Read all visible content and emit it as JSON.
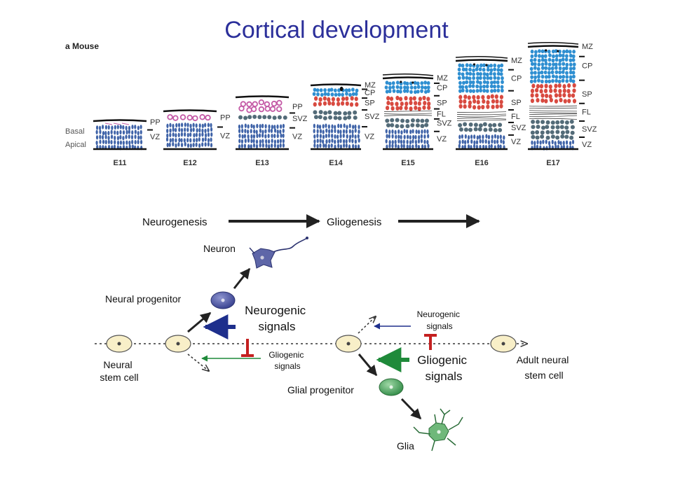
{
  "title": "Cortical development",
  "panel_label": "a  Mouse",
  "colors": {
    "title": "#2b2f9a",
    "vz_cell": "#3f63a8",
    "svz_cell": "#536b78",
    "sp_cell": "#d84a40",
    "cp_cell": "#2f8fd1",
    "pp_cell": "#c45aa6",
    "neurogenic": "#1e2f8c",
    "gliogenic": "#1f8a3a",
    "inhibit": "#c42020",
    "stem_cell_fill": "#f8efc8",
    "glia": "#6fb87a",
    "neuron": "#5e66a8"
  },
  "side_labels": {
    "basal": "Basal",
    "apical": "Apical"
  },
  "stages": [
    {
      "label": "E11",
      "zones": [
        {
          "name": "PP",
          "type": "line",
          "frac": 0.06
        },
        {
          "name": "VZ",
          "type": "vz",
          "frac": 0.94
        }
      ],
      "zone_labels": [
        "PP",
        "VZ"
      ]
    },
    {
      "label": "E12",
      "zones": [
        {
          "name": "PP",
          "type": "pp",
          "frac": 0.25
        },
        {
          "name": "VZ",
          "type": "vz",
          "frac": 0.75
        }
      ],
      "zone_labels": [
        "PP",
        "VZ"
      ]
    },
    {
      "label": "E13",
      "zones": [
        {
          "name": "PP",
          "type": "pp",
          "frac": 0.3
        },
        {
          "name": "SVZ",
          "type": "svz",
          "frac": 0.18
        },
        {
          "name": "VZ",
          "type": "vz",
          "frac": 0.52
        }
      ],
      "zone_labels": [
        "PP",
        "SVZ",
        "VZ"
      ]
    },
    {
      "label": "E14",
      "zones": [
        {
          "name": "CP",
          "type": "cp",
          "frac": 0.14
        },
        {
          "name": "SP",
          "type": "sp",
          "frac": 0.22
        },
        {
          "name": "SVZ",
          "type": "svz",
          "frac": 0.22
        },
        {
          "name": "VZ",
          "type": "vz",
          "frac": 0.42
        }
      ],
      "zone_labels": [
        "MZ",
        "CP",
        "SP",
        "SVZ",
        "VZ"
      ]
    },
    {
      "label": "E15",
      "zones": [
        {
          "name": "CP",
          "type": "cp",
          "frac": 0.22
        },
        {
          "name": "SP",
          "type": "sp",
          "frac": 0.22
        },
        {
          "name": "FL",
          "type": "fl",
          "frac": 0.1
        },
        {
          "name": "SVZ",
          "type": "svz",
          "frac": 0.16
        },
        {
          "name": "VZ",
          "type": "vz",
          "frac": 0.3
        }
      ],
      "zone_labels": [
        "MZ",
        "CP",
        "SP",
        "FL",
        "SVZ",
        "VZ"
      ]
    },
    {
      "label": "E16",
      "zones": [
        {
          "name": "CP",
          "type": "cp",
          "frac": 0.36
        },
        {
          "name": "SP",
          "type": "sp",
          "frac": 0.2
        },
        {
          "name": "FL",
          "type": "fl",
          "frac": 0.12
        },
        {
          "name": "SVZ",
          "type": "svz",
          "frac": 0.14
        },
        {
          "name": "VZ",
          "type": "vz",
          "frac": 0.18
        }
      ],
      "zone_labels": [
        "MZ",
        "CP",
        "SP",
        "FL",
        "SVZ",
        "VZ"
      ]
    },
    {
      "label": "E17",
      "zones": [
        {
          "name": "CP",
          "type": "cp",
          "frac": 0.34
        },
        {
          "name": "SP",
          "type": "sp",
          "frac": 0.22
        },
        {
          "name": "FL",
          "type": "fl",
          "frac": 0.14
        },
        {
          "name": "SVZ",
          "type": "svz",
          "frac": 0.2
        },
        {
          "name": "VZ",
          "type": "vz",
          "frac": 0.1
        }
      ],
      "zone_labels": [
        "MZ",
        "CP",
        "SP",
        "FL",
        "SVZ",
        "VZ"
      ]
    }
  ],
  "lineage": {
    "neurogenesis": "Neurogenesis",
    "gliogenesis": "Gliogenesis",
    "neuron": "Neuron",
    "neural_progenitor": "Neural progenitor",
    "neurogenic_signals_large": [
      "Neurogenic",
      "signals"
    ],
    "gliogenic_signals_small": [
      "Gliogenic",
      "signals"
    ],
    "neurogenic_signals_small": [
      "Neurogenic",
      "signals"
    ],
    "gliogenic_signals_large": [
      "Gliogenic",
      "signals"
    ],
    "neural_stem_cell": [
      "Neural",
      "stem cell"
    ],
    "adult_neural_stem_cell": [
      "Adult neural",
      "stem cell"
    ],
    "glial_progenitor": "Glial progenitor",
    "glia": "Glia"
  }
}
